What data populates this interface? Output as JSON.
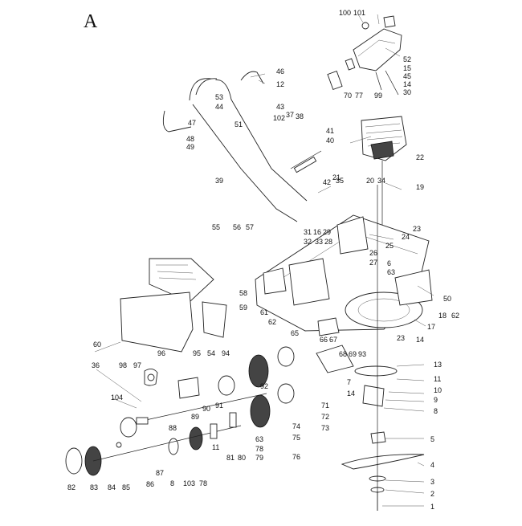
{
  "sheet_label": "A",
  "callouts": [
    "100",
    "101",
    "52",
    "15",
    "45",
    "14",
    "30",
    "70",
    "77",
    "99",
    "46",
    "12",
    "53",
    "44",
    "51",
    "43",
    "102",
    "37",
    "38",
    "47",
    "48",
    "49",
    "41",
    "40",
    "22",
    "39",
    "21",
    "42",
    "35",
    "20",
    "34",
    "19",
    "55",
    "56",
    "57",
    "31",
    "32",
    "16",
    "33",
    "29",
    "28",
    "23",
    "24",
    "25",
    "26",
    "27",
    "6",
    "63",
    "58",
    "59",
    "50",
    "61",
    "62",
    "65",
    "18",
    "62",
    "17",
    "60",
    "66",
    "67",
    "68",
    "69",
    "93",
    "23",
    "14",
    "13",
    "11",
    "10",
    "9",
    "8",
    "7",
    "14",
    "36",
    "98",
    "97",
    "96",
    "95",
    "54",
    "94",
    "92",
    "104",
    "71",
    "72",
    "73",
    "74",
    "75",
    "76",
    "89",
    "90",
    "91",
    "88",
    "11",
    "81",
    "80",
    "78",
    "63",
    "79",
    "5",
    "4",
    "87",
    "86",
    "3",
    "2",
    "1",
    "82",
    "83",
    "84",
    "85",
    "8",
    "103",
    "78"
  ]
}
